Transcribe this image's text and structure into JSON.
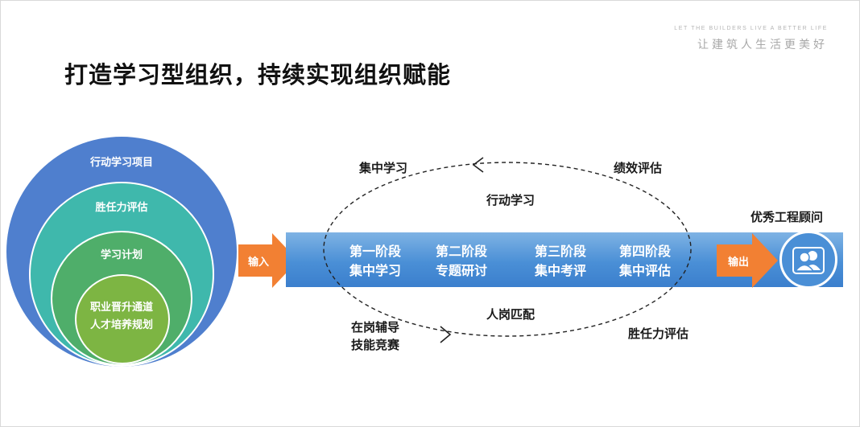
{
  "branding": {
    "slogan_en": "LET THE BUILDERS LIVE A BETTER LIFE",
    "slogan_cn": "让建筑人生活更美好"
  },
  "title": "打造学习型组织，持续实现组织赋能",
  "circles": {
    "outer": "行动学习项目",
    "second": "胜任力评估",
    "third": "学习计划",
    "inner_line1": "职业晋升通道",
    "inner_line2": "人才培养规划"
  },
  "flow": {
    "input_label": "输入",
    "output_label": "输出",
    "output_title": "优秀工程顾问",
    "stages": [
      {
        "line1": "第一阶段",
        "line2": "集中学习"
      },
      {
        "line1": "第二阶段",
        "line2": "专题研讨"
      },
      {
        "line1": "第三阶段",
        "line2": "集中考评"
      },
      {
        "line1": "第四阶段",
        "line2": "集中评估"
      }
    ]
  },
  "cycle": {
    "top_left": "集中学习",
    "top_right": "绩效评估",
    "inner_top": "行动学习",
    "inner_bottom": "人岗匹配",
    "bottom_left_line1": "在岗辅导",
    "bottom_left_line2": "技能竞赛",
    "bottom_right": "胜任力评估"
  },
  "icons": {
    "output_icon": "users-icon"
  },
  "colors": {
    "outer_circle": "#4f7fce",
    "second_circle": "#3fb8ac",
    "third_circle": "#4fae6a",
    "inner_circle": "#7db543",
    "band": "#4a8fd6",
    "arrow": "#f28033"
  }
}
